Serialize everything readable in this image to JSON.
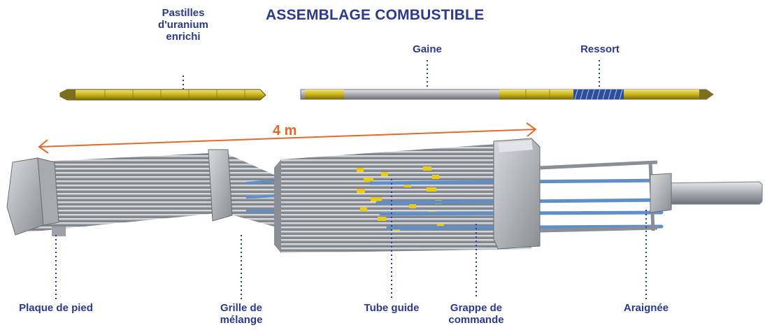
{
  "title": "ASSEMBLAGE COMBUSTIBLE",
  "dimension": "4 m",
  "labels": {
    "pastilles": "Pastilles\nd'uranium\nenrichi",
    "gaine": "Gaine",
    "ressort": "Ressort",
    "plaque": "Plaque de pied",
    "grille": "Grille de\nmélange",
    "tube": "Tube guide",
    "grappe": "Grappe de\ncommande",
    "araignee": "Araignée"
  },
  "colors": {
    "title": "#2b3a8c",
    "label": "#2b3a8c",
    "dimension": "#e4692a",
    "pellet": "#d8c21a",
    "rod": "#b8bcc2",
    "control_rod": "#5f8fc9",
    "spring": "#2d4f9a"
  }
}
